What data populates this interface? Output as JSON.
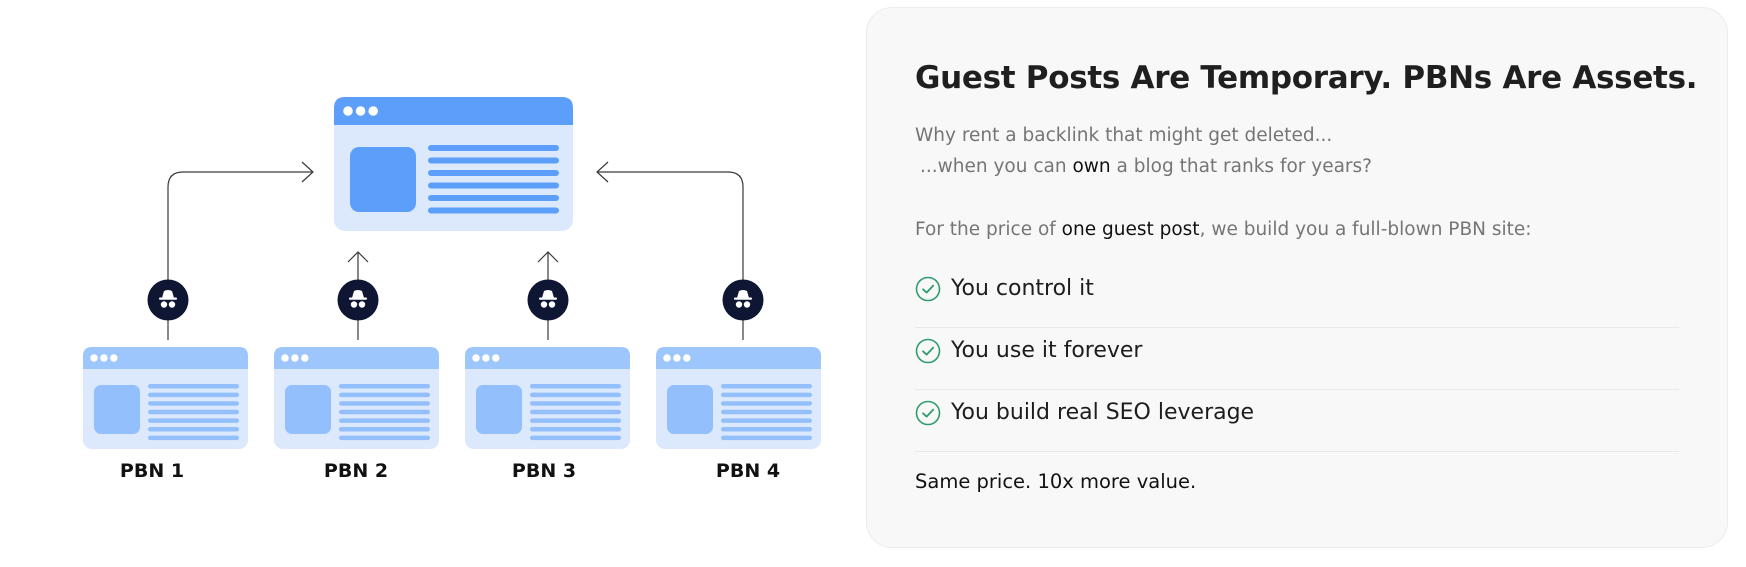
{
  "diagram": {
    "nodes": [
      {
        "label": "PBN 1"
      },
      {
        "label": "PBN 2"
      },
      {
        "label": "PBN 3"
      },
      {
        "label": "PBN 4"
      }
    ],
    "icons": {
      "hub": "browser-window-icon",
      "node": "browser-window-icon",
      "badge": "incognito-icon",
      "arrow": "arrow-icon"
    },
    "colors": {
      "window_fill": "#dce9fd",
      "hub_header": "#5b9ffb",
      "node_header": "#9cc6fc",
      "node_content": "#93c0fc",
      "badge": "#0e1633",
      "line": "#3a3a3a"
    }
  },
  "card": {
    "headline": "Guest Posts Are Temporary. PBNs Are Assets.",
    "line1": "Why rent a backlink that might get deleted...",
    "line2_pre": "...when you can ",
    "line2_em": "own",
    "line2_post": " a blog that ranks for years?",
    "line3_pre": "For the price of ",
    "line3_em": "one guest post",
    "line3_post": ", we build you a full-blown PBN site:",
    "checklist": [
      {
        "text": "You control it"
      },
      {
        "text": "You use it forever"
      },
      {
        "text": "You build real SEO leverage"
      }
    ],
    "check_icon": "check-circle-icon",
    "check_color": "#2e9c6e",
    "footer": "Same price. 10x more value."
  }
}
